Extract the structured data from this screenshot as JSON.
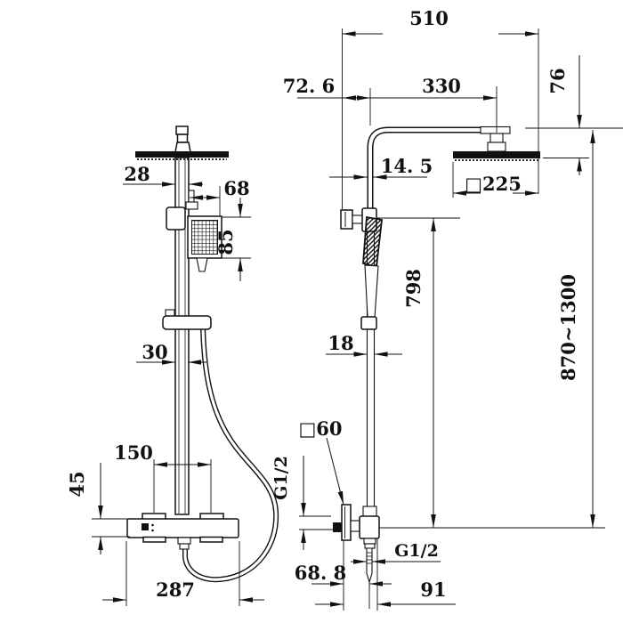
{
  "drawing": {
    "type": "technical-dimension-drawing",
    "subject": "thermostatic shower column, front and side views",
    "line_color": "#111111",
    "background": "#ffffff",
    "front_view": {
      "dims": {
        "pipe_width": "28",
        "hand_shower_offset": "68",
        "hand_shower_height": "85",
        "riser_offset": "30",
        "handle_spacing": "150",
        "valve_body_height": "45",
        "valve_body_width": "287"
      }
    },
    "side_view": {
      "dims": {
        "overall_reach": "510",
        "wall_to_pipe": "72. 6",
        "pipe_to_head_center": "330",
        "head_drop": "76",
        "arm_pipe_width": "14. 5",
        "head_size": "□225",
        "riser_pipe_width": "18",
        "riser_length": "798",
        "adjustable_height": "870~1300",
        "escutcheon_size": "□60",
        "inlet_thread": "G1/2",
        "outlet_thread": "G1/2",
        "wall_to_riser": "68. 8",
        "wall_to_valve_edge": "91"
      }
    }
  }
}
